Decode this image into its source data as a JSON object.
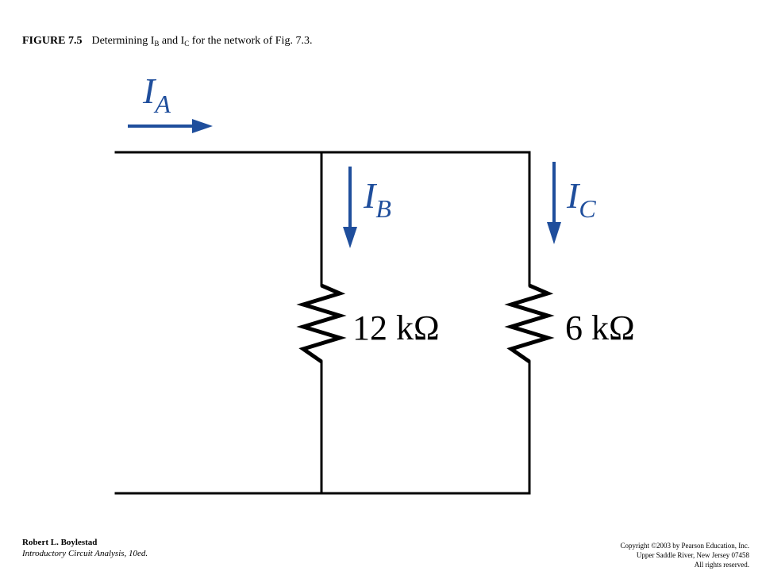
{
  "caption": {
    "figure_label": "FIGURE 7.5",
    "text_prefix": "Determining I",
    "sub_b": "B",
    "text_and": " and I",
    "sub_c": "C",
    "text_suffix": " for the network of Fig. 7.3."
  },
  "diagram": {
    "currents": [
      {
        "name": "I",
        "subscript": "A",
        "direction": "right"
      },
      {
        "name": "I",
        "subscript": "B",
        "direction": "down"
      },
      {
        "name": "I",
        "subscript": "C",
        "direction": "down"
      }
    ],
    "resistors": [
      {
        "label": "12 kΩ"
      },
      {
        "label": "6 kΩ"
      }
    ],
    "colors": {
      "wire": "#000000",
      "current_arrow": "#1f4e9c",
      "current_label": "#1f4e9c"
    }
  },
  "footer": {
    "author": "Robert L. Boylestad",
    "book": "Introductory Circuit Analysis, 10ed.",
    "copyright": "Copyright ©2003 by Pearson Education, Inc.",
    "address": "Upper Saddle River, New Jersey 07458",
    "rights": "All rights reserved."
  }
}
